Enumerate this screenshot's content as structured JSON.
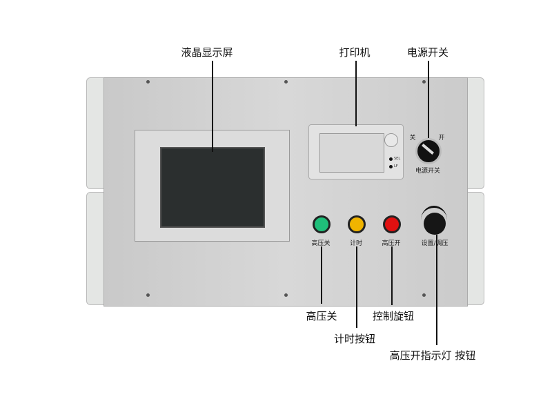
{
  "callouts": {
    "lcd": "液晶显示屏",
    "printer": "打印机",
    "power": "电源开关",
    "hv_off": "高压关",
    "timer": "计时按钮",
    "knob": "控制旋钮",
    "hv_on": "高压开指示灯 按钮"
  },
  "panel_labels": {
    "off": "关",
    "on": "开",
    "power": "电源开关",
    "hv_off": "高压关",
    "timer": "计时",
    "hv_on": "高压开",
    "set": "设置/调压",
    "sel": "SEL",
    "lf": "LF"
  },
  "colors": {
    "green": "#1fbf7a",
    "yellow": "#f0b400",
    "red": "#e01010"
  }
}
